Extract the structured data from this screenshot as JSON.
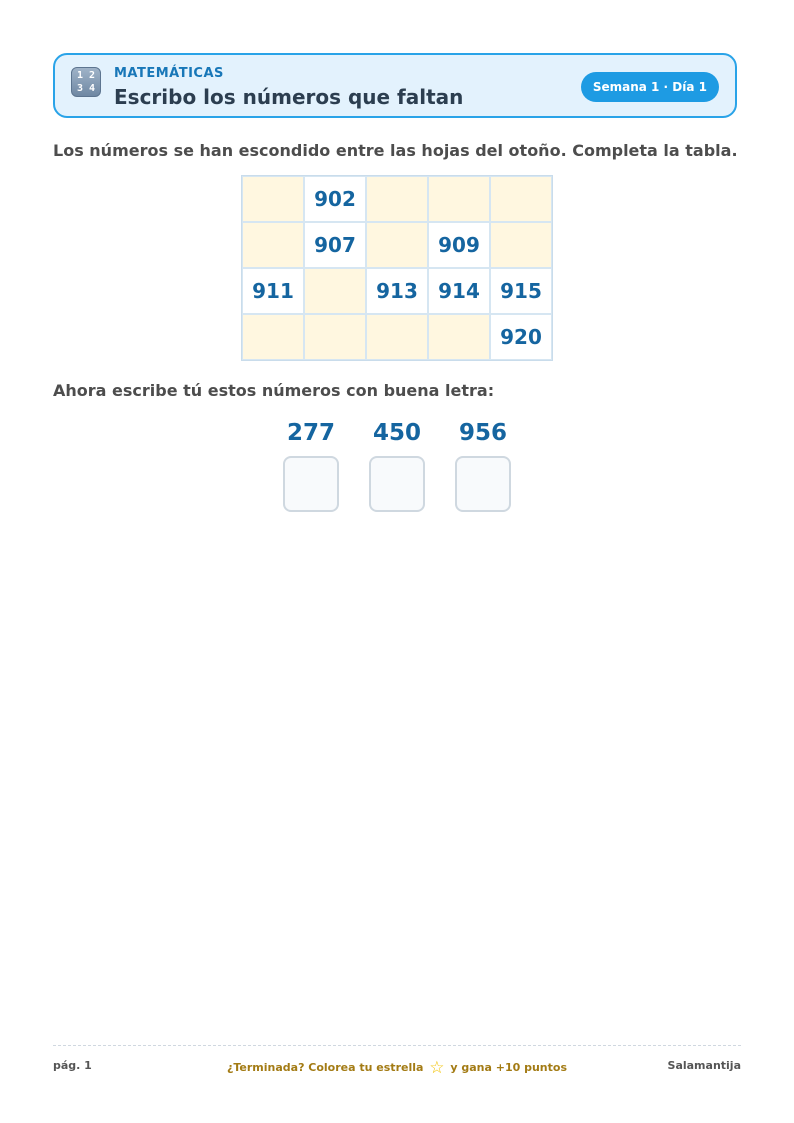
{
  "header": {
    "icon_digits": [
      "1",
      "2",
      "3",
      "4"
    ],
    "subject": "MATEMÁTICAS",
    "title": "Escribo los números que faltan",
    "badge": "Semana 1 · Día 1"
  },
  "instructions": {
    "grid_prompt": "Los números se han escondido entre las hojas del otoño. Completa la tabla.",
    "dictation_prompt": "Ahora escribe tú estos números con buena letra:"
  },
  "number_grid": {
    "rows": [
      [
        "",
        "902",
        "",
        "",
        ""
      ],
      [
        "",
        "907",
        "",
        "909",
        ""
      ],
      [
        "911",
        "",
        "913",
        "914",
        "915"
      ],
      [
        "",
        "",
        "",
        "",
        "920"
      ]
    ]
  },
  "dictation": {
    "numbers": [
      "277",
      "450",
      "956"
    ]
  },
  "footer": {
    "page": "pág. 1",
    "reward_before": "¿Terminada? Colorea tu estrella",
    "star_glyph": "☆",
    "reward_after": "y gana +10 puntos",
    "brand": "Salamantija"
  },
  "colors": {
    "accent": "#1e9be3",
    "number_blue": "#1565a0",
    "blank_cell": "#fff7e0"
  }
}
